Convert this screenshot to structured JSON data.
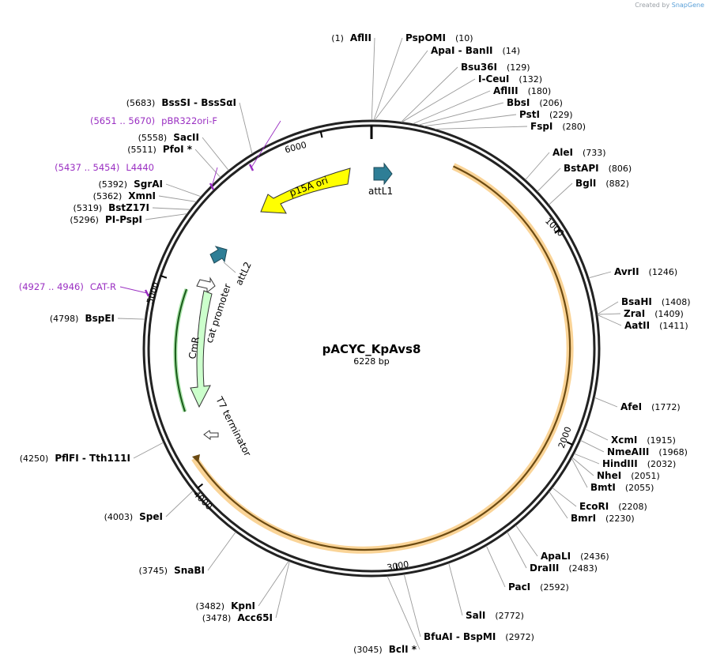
{
  "watermark": {
    "created_by": "Created by",
    "brand": "SnapGene"
  },
  "plasmid": {
    "name": "pACYC_KpAvs8",
    "length": "6228 bp"
  },
  "ticks": [
    "1000",
    "2000",
    "3000",
    "4000",
    "5000",
    "6000"
  ],
  "features": [
    {
      "name": "p15A ori",
      "type": "rep_origin",
      "color": "#ffff00"
    },
    {
      "name": "attL1",
      "type": "attL",
      "color": "#2e7e96"
    },
    {
      "name": "attL2",
      "type": "attL",
      "color": "#2e7e96"
    },
    {
      "name": "cat promoter",
      "type": "promoter",
      "color": "#ffffff"
    },
    {
      "name": "CmR",
      "type": "cds",
      "color": "#ccffcc"
    },
    {
      "name": "T7 terminator",
      "type": "terminator",
      "color": "#ffffff"
    }
  ],
  "orange_arc_color": "#f5b042",
  "enzymes": [
    {
      "name": "AflII",
      "pos": "(1)"
    },
    {
      "name": "PspOMI",
      "pos": "(10)"
    },
    {
      "name": "ApaI  -  BanII",
      "pos": "(14)"
    },
    {
      "name": "Bsu36I",
      "pos": "(129)"
    },
    {
      "name": "I-CeuI",
      "pos": "(132)"
    },
    {
      "name": "AflIII",
      "pos": "(180)"
    },
    {
      "name": "BbsI",
      "pos": "(206)"
    },
    {
      "name": "PstI",
      "pos": "(229)"
    },
    {
      "name": "FspI",
      "pos": "(280)"
    },
    {
      "name": "AleI",
      "pos": "(733)"
    },
    {
      "name": "BstAPI",
      "pos": "(806)"
    },
    {
      "name": "BglI",
      "pos": "(882)"
    },
    {
      "name": "AvrII",
      "pos": "(1246)"
    },
    {
      "name": "BsaHI",
      "pos": "(1408)"
    },
    {
      "name": "ZraI",
      "pos": "(1409)"
    },
    {
      "name": "AatII",
      "pos": "(1411)"
    },
    {
      "name": "AfeI",
      "pos": "(1772)"
    },
    {
      "name": "XcmI",
      "pos": "(1915)"
    },
    {
      "name": "NmeAIII",
      "pos": "(1968)"
    },
    {
      "name": "HindIII",
      "pos": "(2032)"
    },
    {
      "name": "NheI",
      "pos": "(2051)"
    },
    {
      "name": "BmtI",
      "pos": "(2055)"
    },
    {
      "name": "EcoRI",
      "pos": "(2208)"
    },
    {
      "name": "BmrI",
      "pos": "(2230)"
    },
    {
      "name": "ApaLI",
      "pos": "(2436)"
    },
    {
      "name": "DraIII",
      "pos": "(2483)"
    },
    {
      "name": "PacI",
      "pos": "(2592)"
    },
    {
      "name": "SalI",
      "pos": "(2772)"
    },
    {
      "name": "BfuAI  -  BspMI",
      "pos": "(2972)"
    },
    {
      "name": "BclI *",
      "pos": "(3045)"
    },
    {
      "name": "Acc65I",
      "pos": "(3478)"
    },
    {
      "name": "KpnI",
      "pos": "(3482)"
    },
    {
      "name": "SnaBI",
      "pos": "(3745)"
    },
    {
      "name": "SpeI",
      "pos": "(4003)"
    },
    {
      "name": "PflFI  -  Tth111I",
      "pos": "(4250)"
    },
    {
      "name": "BspEI",
      "pos": "(4798)"
    },
    {
      "name": "PI-PspI",
      "pos": "(5296)"
    },
    {
      "name": "BstZ17I",
      "pos": "(5319)"
    },
    {
      "name": "XmnI",
      "pos": "(5362)"
    },
    {
      "name": "SgrAI",
      "pos": "(5392)"
    },
    {
      "name": "PfoI *",
      "pos": "(5511)"
    },
    {
      "name": "SacII",
      "pos": "(5558)"
    },
    {
      "name": "BssSI  -  BssSαI",
      "pos": "(5683)"
    }
  ],
  "primers": [
    {
      "range": "(5651 .. 5670)",
      "name": "pBR322ori-F"
    },
    {
      "range": "(5437 .. 5454)",
      "name": "L4440"
    },
    {
      "range": "(4927 .. 4946)",
      "name": "CAT-R"
    }
  ]
}
